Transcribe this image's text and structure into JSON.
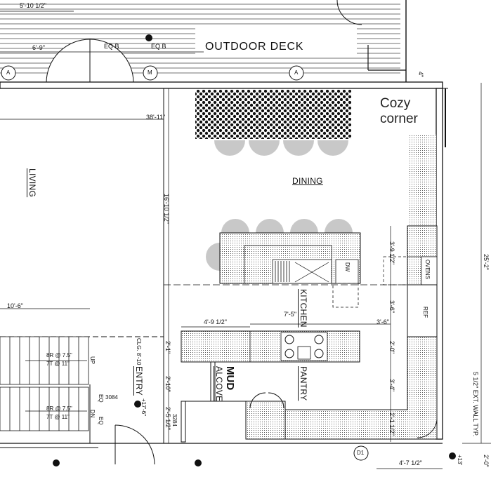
{
  "labels": {
    "outdoor_deck": "OUTDOOR DECK",
    "cozy_line1": "Cozy",
    "cozy_line2": "corner",
    "living": "LIVING",
    "dining": "DINING",
    "kitchen": "KITCHEN",
    "mud": "MUD",
    "alcove": "ALCOVE",
    "pantry": "PANTRY",
    "entry": "ENTRY",
    "ovens": "OVENS",
    "ref": "REF",
    "dw": "DW",
    "clg": "CLG. 8'-10",
    "up": "UP",
    "dn": "DN",
    "ext_wall": "5 1/2\" EXT. WALL TYP.",
    "eq_b1": "EQ B",
    "eq_b2": "EQ B",
    "eq1": "EQ",
    "eq2": "EQ",
    "door_3084": "3084",
    "door_3284": "3284",
    "stair_r1": "8R @ 7.5\"",
    "stair_t1": "7T @ 11\"",
    "stair_r2": "8R @ 7.5\"",
    "stair_t2": "7T @ 11\"",
    "elev_entry": "+17'-6\"",
    "elev_13": "+13'",
    "tag_a1": "A",
    "tag_m": "M",
    "tag_a2": "A",
    "tag_d1": "D1"
  },
  "dimensions": {
    "d_5_10": "5'-10 1/2\"",
    "d_6_9": "6'-9\"",
    "d_38_11": "38'-11\"",
    "d_16_10": "16'-10 1/2\"",
    "d_25_2": "25'-2\"",
    "d_10_6": "10'-6\"",
    "d_4_9": "4'-9 1/2\"",
    "d_7_5": "7'-5\"",
    "d_3_6a": "3'-6\"",
    "d_3_9": "3'-9 1/2\"",
    "d_3_6b": "3'-6\"",
    "d_2_0a": "2'-0\"",
    "d_2_1": "2'-1\"",
    "d_2_10": "2'-10\"",
    "d_2_5": "2'-5 1/2\"",
    "d_3_4": "3'-4\"",
    "d_2_1_2": "2'-1 1/2\"",
    "d_4_7": "4'-7 1/2\"",
    "d_2_0b": "2'-0\"",
    "d_4": "4\""
  },
  "colors": {
    "line": "#111111",
    "fill_pattern": "#555555",
    "stool": "#c8c8c8"
  }
}
